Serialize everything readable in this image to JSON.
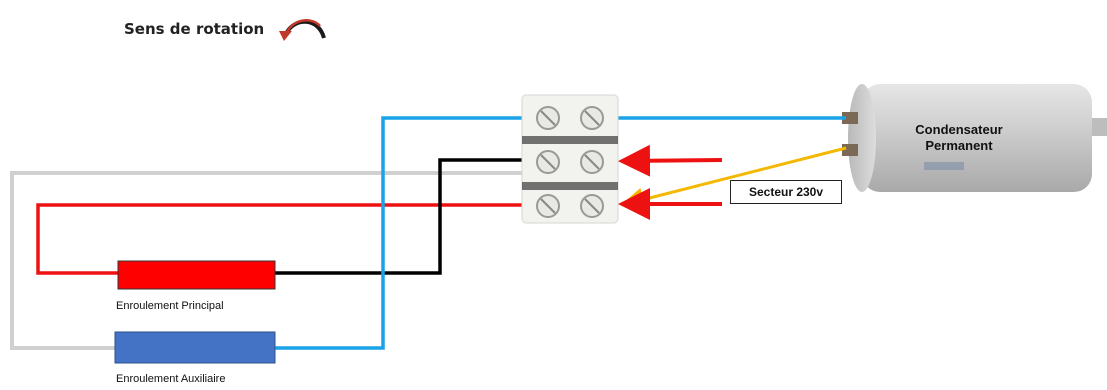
{
  "title": "Sens de rotation",
  "windings": {
    "principal": {
      "label": "Enroulement Principal",
      "color": "#ff0000"
    },
    "auxiliaire": {
      "label": "Enroulement Auxiliaire",
      "color": "#4472c4"
    }
  },
  "capacitor": {
    "line1": "Condensateur",
    "line2": "Permanent"
  },
  "mains": {
    "label": "Secteur 230v"
  },
  "wire_colors": {
    "blue": "#1aa3e8",
    "black": "#000000",
    "red": "#ee1111",
    "grey": "#d0d0d0",
    "yellow": "#f5b800",
    "arrow": "#ee1111"
  },
  "icons": {
    "rotation": "counterclockwise-arrow-icon"
  }
}
